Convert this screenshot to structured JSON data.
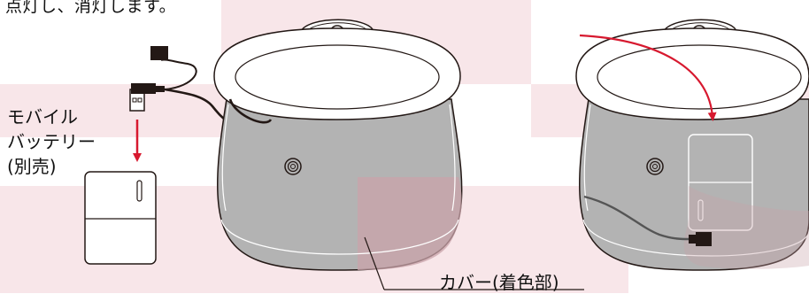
{
  "caption": "点灯し、消灯します。",
  "battery_label": {
    "line1": "モバイル",
    "line2": "バッテリー",
    "line3": "(別売)"
  },
  "cover_label": "カバー(着色部)",
  "colors": {
    "background_block": "#f8e6e9",
    "pot_body": "#b3b3b3",
    "pot_tint": "#c9a3aa",
    "outline": "#231815",
    "arrow": "#d7192f"
  }
}
